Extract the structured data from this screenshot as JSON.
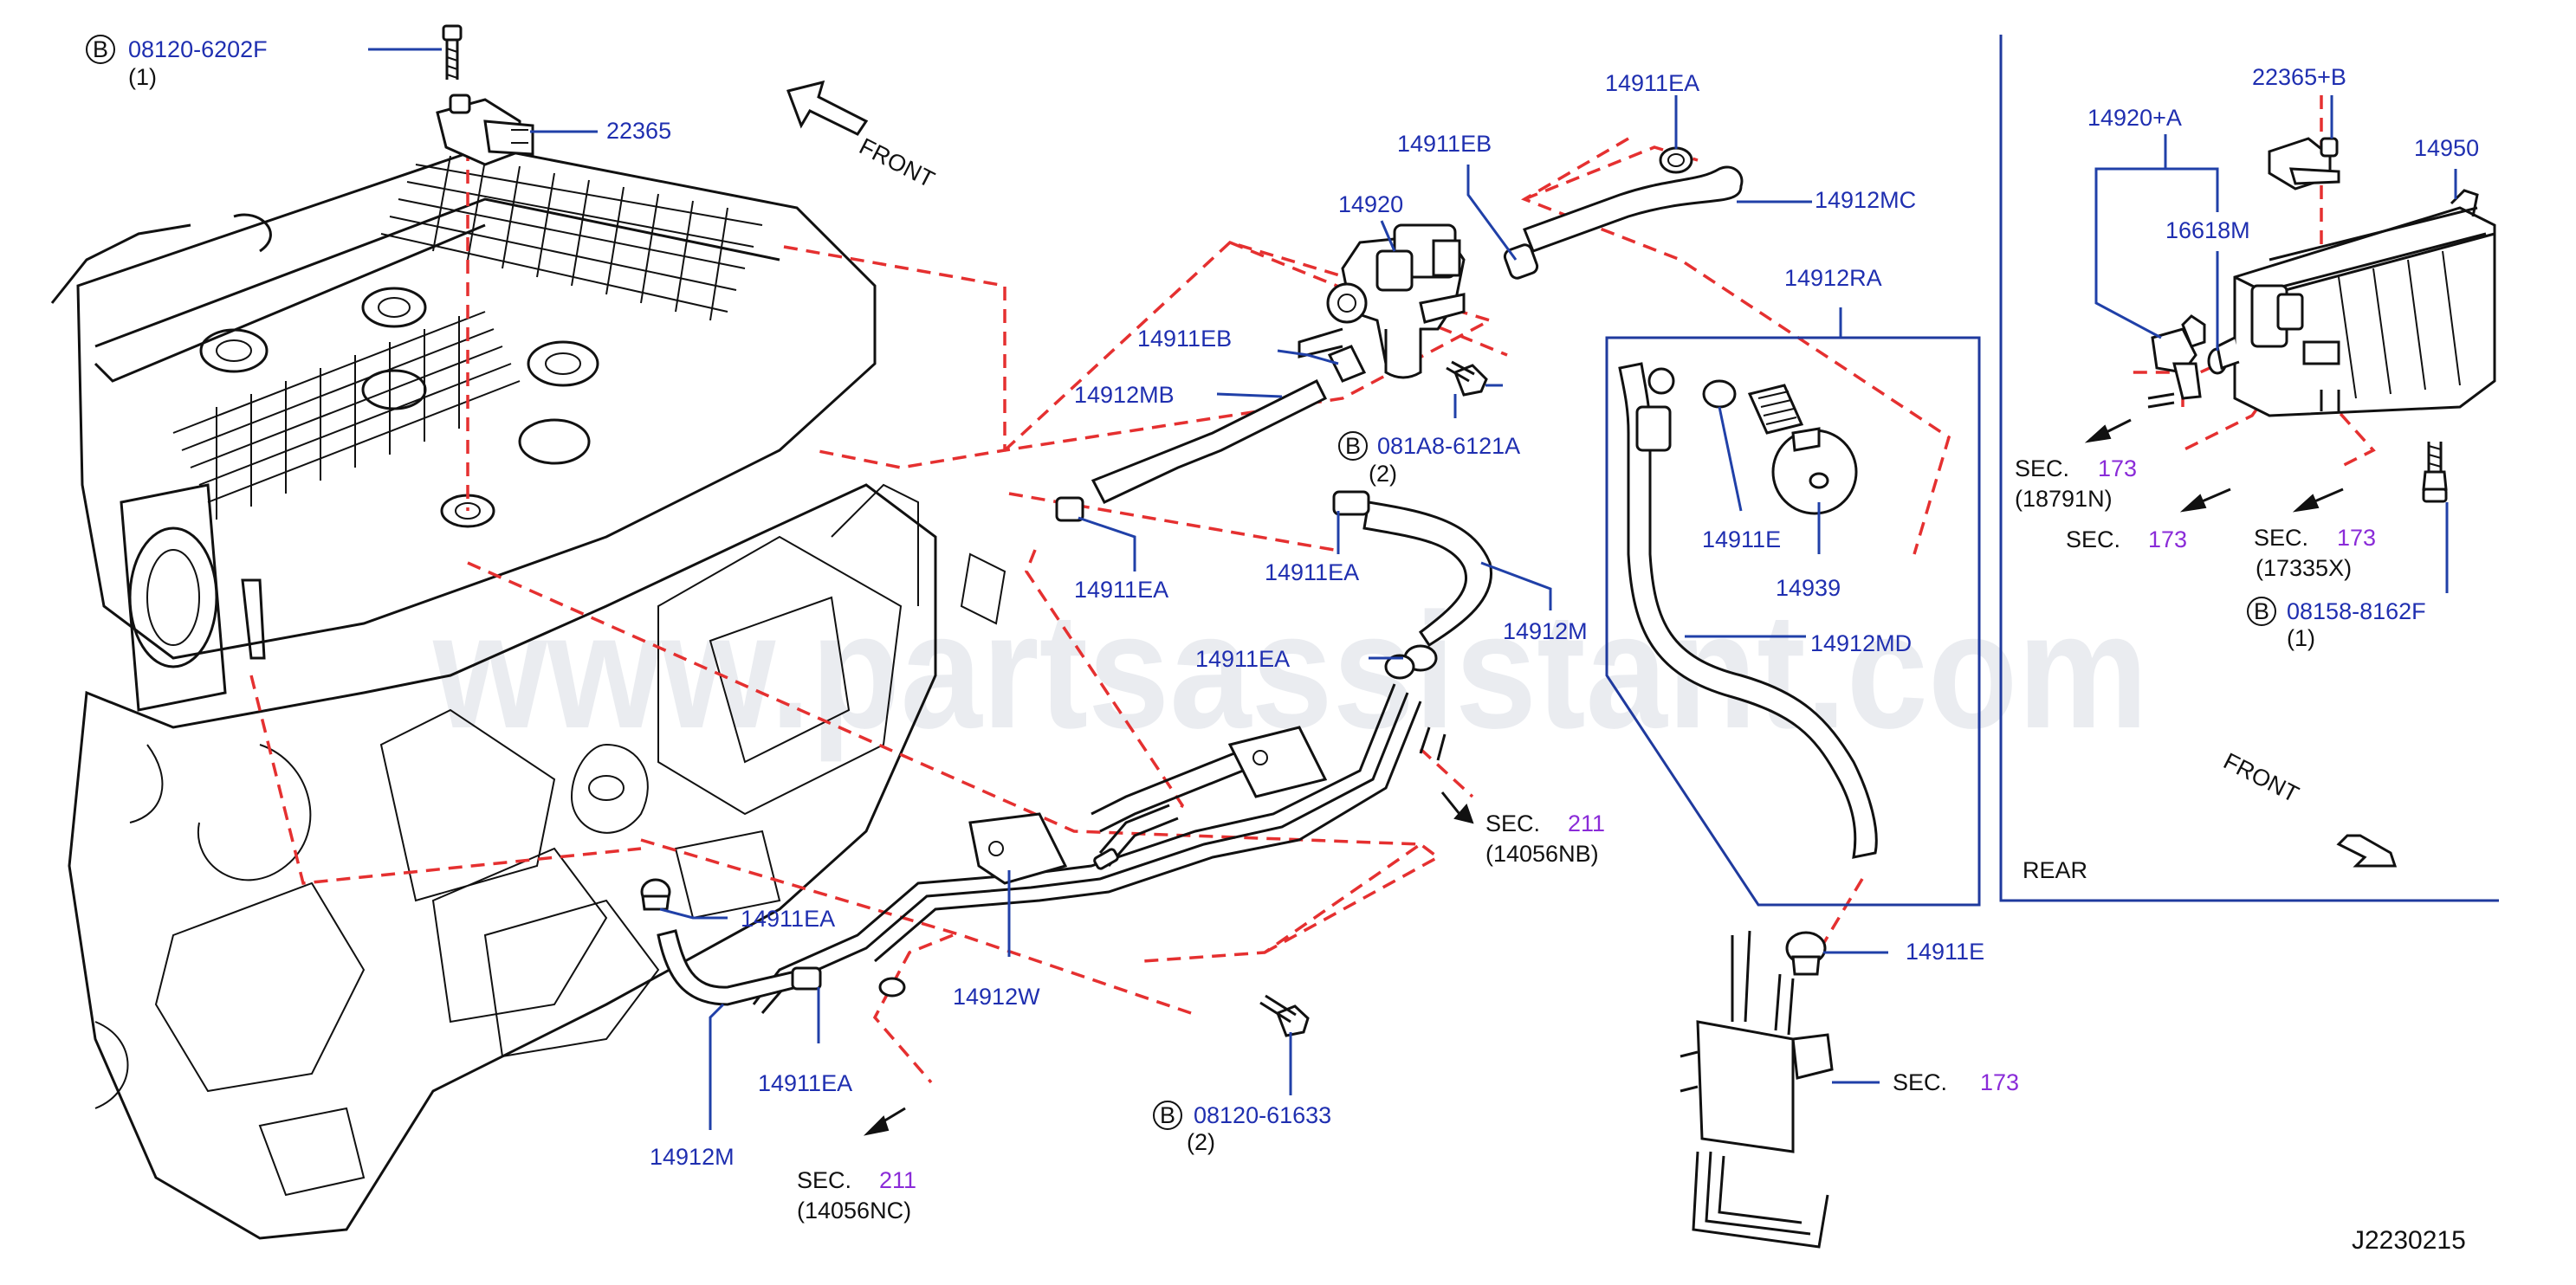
{
  "diagram": {
    "watermark": "www.partsassistant.com",
    "figure_code": "J2230215",
    "front_label": "FRONT",
    "rear_label": "REAR",
    "bolt_marker": "B",
    "callouts": {
      "bolt_08120_6202F": "08120-6202F",
      "bolt_08120_6202F_qty": "(1)",
      "p22365": "22365",
      "p14911EA_top": "14911EA",
      "p14911EB_top": "14911EB",
      "p14912MC": "14912MC",
      "p14920": "14920",
      "p14911EB_mid": "14911EB",
      "p14912MB": "14912MB",
      "bolt_081A8_6121A": "081A8-6121A",
      "bolt_081A8_6121A_qty": "(2)",
      "p14911EA_left": "14911EA",
      "p14911EA_center": "14911EA",
      "p14912M_center": "14912M",
      "p14911EA_lower": "14911EA",
      "p14912RA": "14912RA",
      "p14911E_inner": "14911E",
      "p14939": "14939",
      "p14912MD": "14912MD",
      "p14911EA_bottom_left": "14911EA",
      "p14912W": "14912W",
      "p14911EA_bottom": "14911EA",
      "p14912M_bottom": "14912M",
      "bolt_08120_61633": "08120-61633",
      "bolt_08120_61633_qty": "(2)",
      "p14911E_lower": "14911E",
      "p22365B": "22365+B",
      "p14920A": "14920+A",
      "p14950": "14950",
      "p16618M": "16618M",
      "bolt_08158_8162F": "08158-8162F",
      "bolt_08158_8162F_qty": "(1)"
    },
    "section_refs": {
      "sec_211_right": {
        "prefix": "SEC.",
        "num": "211",
        "code": "(14056NB)"
      },
      "sec_211_bottom": {
        "prefix": "SEC.",
        "num": "211",
        "code": "(14056NC)"
      },
      "sec_173_canister": {
        "prefix": "SEC.",
        "num": "173",
        "code": ""
      },
      "sec_173_inset_a": {
        "prefix": "SEC.",
        "num": "173",
        "code": "(18791N)"
      },
      "sec_173_inset_b": {
        "prefix": "SEC.",
        "num": "173",
        "code": ""
      },
      "sec_173_inset_c": {
        "prefix": "SEC.",
        "num": "173",
        "code": "(17335X)"
      }
    },
    "colors": {
      "callout_text": "#1f2fb0",
      "section_number": "#8a2bd8",
      "leader_line": "#2040a8",
      "connection_dash": "#e53030",
      "line_art": "#111111"
    }
  }
}
